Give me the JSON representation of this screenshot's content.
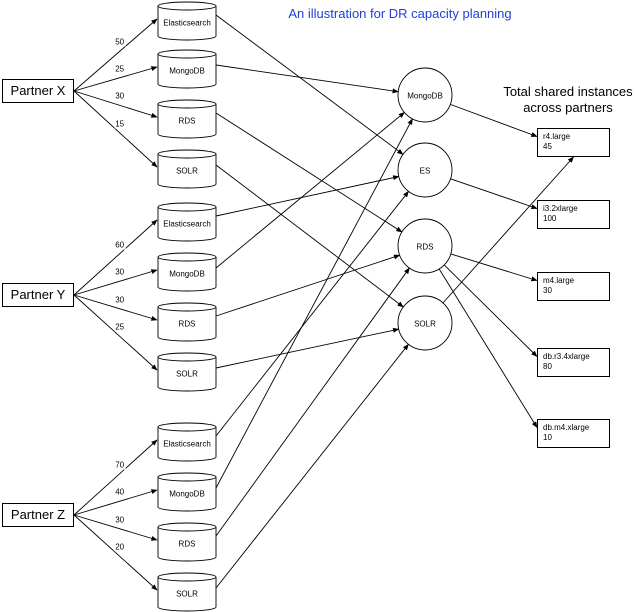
{
  "title": "An illustration for DR capacity planning",
  "heading": "Total shared instances across partners",
  "partners": [
    {
      "id": "X",
      "label": "Partner X",
      "databases": [
        {
          "label": "Elasticsearch",
          "weight": "50",
          "service": "ES"
        },
        {
          "label": "MongoDB",
          "weight": "25",
          "service": "MongoDB"
        },
        {
          "label": "RDS",
          "weight": "30",
          "service": "RDS"
        },
        {
          "label": "SOLR",
          "weight": "15",
          "service": "SOLR"
        }
      ]
    },
    {
      "id": "Y",
      "label": "Partner Y",
      "databases": [
        {
          "label": "Elasticsearch",
          "weight": "60",
          "service": "ES"
        },
        {
          "label": "MongoDB",
          "weight": "30",
          "service": "MongoDB"
        },
        {
          "label": "RDS",
          "weight": "30",
          "service": "RDS"
        },
        {
          "label": "SOLR",
          "weight": "25",
          "service": "SOLR"
        }
      ]
    },
    {
      "id": "Z",
      "label": "Partner Z",
      "databases": [
        {
          "label": "Elasticsearch",
          "weight": "70",
          "service": "ES"
        },
        {
          "label": "MongoDB",
          "weight": "40",
          "service": "MongoDB"
        },
        {
          "label": "RDS",
          "weight": "30",
          "service": "RDS"
        },
        {
          "label": "SOLR",
          "weight": "20",
          "service": "SOLR"
        }
      ]
    }
  ],
  "services": [
    {
      "label": "MongoDB",
      "instances": [
        "r4.large 45"
      ]
    },
    {
      "label": "ES",
      "instances": [
        "i3.2xlarge 100"
      ]
    },
    {
      "label": "RDS",
      "instances": [
        "m4.large 30",
        "db.r3.4xlarge 80"
      ]
    },
    {
      "label": "SOLR",
      "instances": [
        "db.m4.xlarge 10"
      ]
    }
  ],
  "instances": [
    {
      "type": "r4.large",
      "count": "45"
    },
    {
      "type": "i3.2xlarge",
      "count": "100"
    },
    {
      "type": "m4.large",
      "count": "30"
    },
    {
      "type": "db.r3.4xlarge",
      "count": "80"
    },
    {
      "type": "db.m4.xlarge",
      "count": "10"
    }
  ]
}
